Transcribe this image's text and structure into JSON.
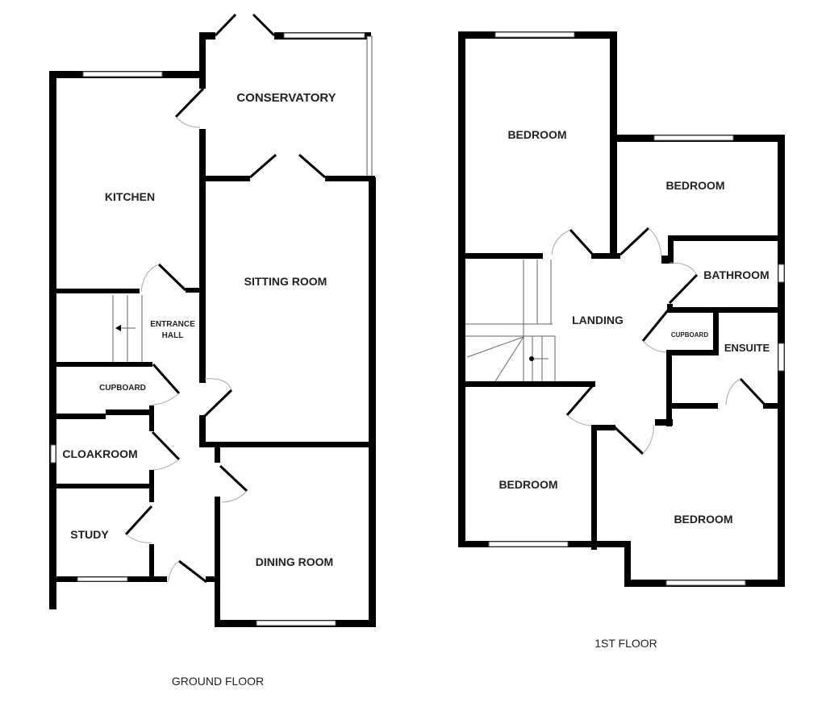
{
  "plan": {
    "ground_floor": {
      "title": "GROUND FLOOR",
      "rooms": {
        "conservatory": "CONSERVATORY",
        "kitchen": "KITCHEN",
        "sitting_room": "SITTING ROOM",
        "entrance_hall_1": "ENTRANCE",
        "entrance_hall_2": "HALL",
        "cupboard": "CUPBOARD",
        "cloakroom": "CLOAKROOM",
        "study": "STUDY",
        "dining_room": "DINING ROOM"
      }
    },
    "first_floor": {
      "title": "1ST FLOOR",
      "rooms": {
        "bedroom_1": "BEDROOM",
        "bedroom_2": "BEDROOM",
        "bathroom": "BATHROOM",
        "landing": "LANDING",
        "cupboard": "CUPBOARD",
        "ensuite": "ENSUITE",
        "bedroom_3": "BEDROOM",
        "bedroom_4": "BEDROOM"
      }
    },
    "colors": {
      "wall": "#000000",
      "background": "#ffffff",
      "label": "#222222"
    }
  }
}
